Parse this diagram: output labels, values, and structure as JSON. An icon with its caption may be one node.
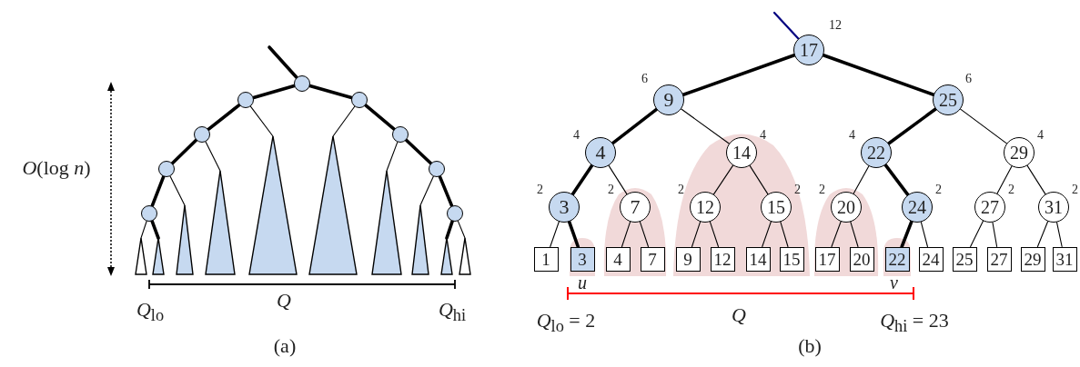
{
  "diagram": {
    "nodes": [
      {
        "text": [],
        "shape": "circle"
      },
      {
        "text": [],
        "shape": "circle"
      },
      {
        "text": [],
        "shape": "circle"
      },
      {
        "text": [],
        "shape": "circle"
      },
      {
        "text": [],
        "shape": "circle"
      },
      {
        "text": [],
        "shape": "circle"
      },
      {
        "text": [],
        "shape": "circle"
      },
      {
        "text": [],
        "shape": "circle"
      },
      {
        "text": [],
        "shape": "circle"
      },
      {
        "text": [],
        "shape": "triangle"
      },
      {
        "text": [],
        "shape": "triangle"
      },
      {
        "text": [],
        "shape": "triangle"
      },
      {
        "text": [],
        "shape": "triangle"
      },
      {
        "text": [],
        "shape": "triangle"
      },
      {
        "text": [],
        "shape": "triangle"
      },
      {
        "text": [],
        "shape": "triangle"
      },
      {
        "text": [],
        "shape": "triangle"
      },
      {
        "text": [],
        "shape": "triangle"
      },
      {
        "text": [],
        "shape": "triangle"
      },
      {
        "text": [
          "17"
        ],
        "beside": [
          "12"
        ]
      },
      {
        "text": [
          "9"
        ],
        "beside": [
          "6"
        ]
      },
      {
        "text": [
          "25"
        ],
        "beside": [
          "6"
        ]
      },
      {
        "text": [
          "4"
        ],
        "beside": [
          "4"
        ]
      },
      {
        "text": [
          "14"
        ],
        "beside": [
          "4"
        ]
      },
      {
        "text": [
          "22"
        ],
        "beside": [
          "4"
        ]
      },
      {
        "text": [
          "29"
        ],
        "beside": [
          "4"
        ]
      },
      {
        "text": [
          "3"
        ],
        "beside": [
          "2"
        ]
      },
      {
        "text": [
          "7"
        ],
        "beside": [
          "2"
        ]
      },
      {
        "text": [
          "12"
        ],
        "beside": [
          "2"
        ]
      },
      {
        "text": [
          "15"
        ],
        "beside": [
          "2"
        ]
      },
      {
        "text": [
          "20"
        ],
        "beside": [
          "2"
        ]
      },
      {
        "text": [
          "24"
        ],
        "beside": [
          "2"
        ]
      },
      {
        "text": [
          "27"
        ],
        "beside": [
          "2"
        ]
      },
      {
        "text": [
          "31"
        ],
        "beside": [
          "2"
        ]
      },
      {
        "text": [
          "1"
        ]
      },
      {
        "text": [
          "3"
        ],
        "beside": [
          "u"
        ]
      },
      {
        "text": [
          "4"
        ]
      },
      {
        "text": [
          "7"
        ]
      },
      {
        "text": [
          "9"
        ]
      },
      {
        "text": [
          "12"
        ]
      },
      {
        "text": [
          "14"
        ]
      },
      {
        "text": [
          "15"
        ]
      },
      {
        "text": [
          "17"
        ]
      },
      {
        "text": [
          "20"
        ]
      },
      {
        "text": [
          "22"
        ],
        "beside": [
          "v"
        ]
      },
      {
        "text": [
          "24"
        ]
      },
      {
        "text": [
          "25"
        ]
      },
      {
        "text": [
          "27"
        ]
      },
      {
        "text": [
          "29"
        ]
      },
      {
        "text": [
          "31"
        ]
      }
    ],
    "edges": [
      {
        "from": null,
        "to": 0,
        "arrow": "none",
        "style": "thick"
      },
      {
        "from": 0,
        "to": 1,
        "arrow": "none",
        "style": "thick"
      },
      {
        "from": 0,
        "to": 2,
        "arrow": "none",
        "style": "thick"
      },
      {
        "from": 1,
        "to": 3,
        "arrow": "none",
        "style": "thick"
      },
      {
        "from": 1,
        "to": 13,
        "arrow": "none"
      },
      {
        "from": 3,
        "to": 5,
        "arrow": "none",
        "style": "thick"
      },
      {
        "from": 3,
        "to": 12,
        "arrow": "none"
      },
      {
        "from": 5,
        "to": 7,
        "arrow": "none",
        "style": "thick"
      },
      {
        "from": 5,
        "to": 11,
        "arrow": "none"
      },
      {
        "from": 7,
        "to": 9,
        "arrow": "none"
      },
      {
        "from": 7,
        "to": 10,
        "arrow": "none",
        "style": "thick"
      },
      {
        "from": 2,
        "to": 4,
        "arrow": "none",
        "style": "thick"
      },
      {
        "from": 2,
        "to": 14,
        "arrow": "none"
      },
      {
        "from": 4,
        "to": 6,
        "arrow": "none",
        "style": "thick"
      },
      {
        "from": 4,
        "to": 15,
        "arrow": "none"
      },
      {
        "from": 6,
        "to": 8,
        "arrow": "none",
        "style": "thick"
      },
      {
        "from": 6,
        "to": 16,
        "arrow": "none"
      },
      {
        "from": 8,
        "to": 17,
        "arrow": "none",
        "style": "thick"
      },
      {
        "from": 8,
        "to": 18,
        "arrow": "none"
      },
      {
        "from": null,
        "to": 19,
        "arrow": "none",
        "color": "#000080"
      },
      {
        "from": 19,
        "to": 20,
        "arrow": "none",
        "style": "thick"
      },
      {
        "from": 19,
        "to": 21,
        "arrow": "none",
        "style": "thick"
      },
      {
        "from": 20,
        "to": 22,
        "arrow": "none",
        "style": "thick"
      },
      {
        "from": 20,
        "to": 23,
        "arrow": "none"
      },
      {
        "from": 21,
        "to": 24,
        "arrow": "none",
        "style": "thick"
      },
      {
        "from": 21,
        "to": 25,
        "arrow": "none"
      },
      {
        "from": 22,
        "to": 26,
        "arrow": "none",
        "style": "thick"
      },
      {
        "from": 22,
        "to": 27,
        "arrow": "none"
      },
      {
        "from": 23,
        "to": 28,
        "arrow": "none"
      },
      {
        "from": 23,
        "to": 29,
        "arrow": "none"
      },
      {
        "from": 24,
        "to": 30,
        "arrow": "none"
      },
      {
        "from": 24,
        "to": 31,
        "arrow": "none",
        "style": "thick"
      },
      {
        "from": 25,
        "to": 32,
        "arrow": "none"
      },
      {
        "from": 25,
        "to": 33,
        "arrow": "none"
      },
      {
        "from": 26,
        "to": 34,
        "arrow": "none"
      },
      {
        "from": 26,
        "to": 35,
        "arrow": "none",
        "style": "thick"
      },
      {
        "from": 27,
        "to": 36,
        "arrow": "none"
      },
      {
        "from": 27,
        "to": 37,
        "arrow": "none"
      },
      {
        "from": 28,
        "to": 38,
        "arrow": "none"
      },
      {
        "from": 28,
        "to": 39,
        "arrow": "none"
      },
      {
        "from": 29,
        "to": 40,
        "arrow": "none"
      },
      {
        "from": 29,
        "to": 41,
        "arrow": "none"
      },
      {
        "from": 30,
        "to": 42,
        "arrow": "none"
      },
      {
        "from": 30,
        "to": 43,
        "arrow": "none"
      },
      {
        "from": 31,
        "to": 44,
        "arrow": "none",
        "style": "thick"
      },
      {
        "from": 31,
        "to": 45,
        "arrow": "none"
      },
      {
        "from": 32,
        "to": 46,
        "arrow": "none"
      },
      {
        "from": 32,
        "to": 47,
        "arrow": "none"
      },
      {
        "from": 33,
        "to": 48,
        "arrow": "none"
      },
      {
        "from": 33,
        "to": 49,
        "arrow": "none"
      }
    ],
    "labels": [
      "*O*(log *n*)",
      "*Q*$_{lo}$",
      "*Q*",
      "*Q*$_{hi}$",
      "(a)",
      "*Q*$_{lo}$ = 2",
      "*Q*",
      "*Q*$_{hi}$ = 23",
      "(b)"
    ]
  }
}
